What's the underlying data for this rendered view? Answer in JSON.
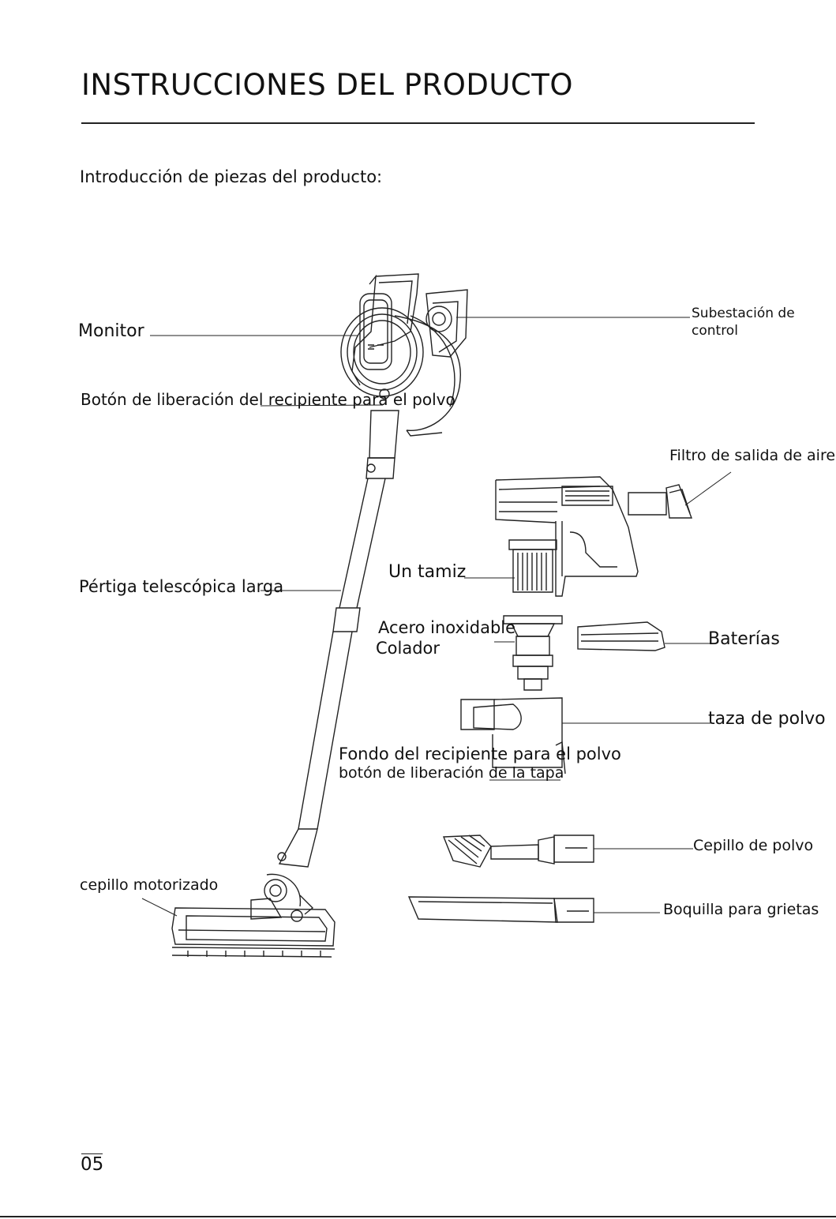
{
  "header": {
    "title": "INSTRUCCIONES DEL PRODUCTO",
    "subtitle": "Introducción de piezas del producto:"
  },
  "labels": {
    "monitor": "Monitor",
    "subestacion_line1": "Subestación de",
    "subestacion_line2": "control",
    "boton_liberacion_recipiente": "Botón de liberación del recipiente para el polvo",
    "filtro_salida": "Filtro de salida de aire",
    "tamiz": "Un tamiz",
    "pertiga": "Pértiga telescópica larga",
    "acero_line1": "Acero inoxidable",
    "acero_line2": "Colador",
    "baterias": "Baterías",
    "taza_polvo": "taza de polvo",
    "fondo_line1": "Fondo del recipiente para el polvo",
    "fondo_line2": "botón de liberación de la tapa",
    "cepillo_polvo": "Cepillo de polvo",
    "cepillo_motorizado": "cepillo motorizado",
    "boquilla": "Boquilla para grietas"
  },
  "footer": {
    "page_number": "05"
  }
}
